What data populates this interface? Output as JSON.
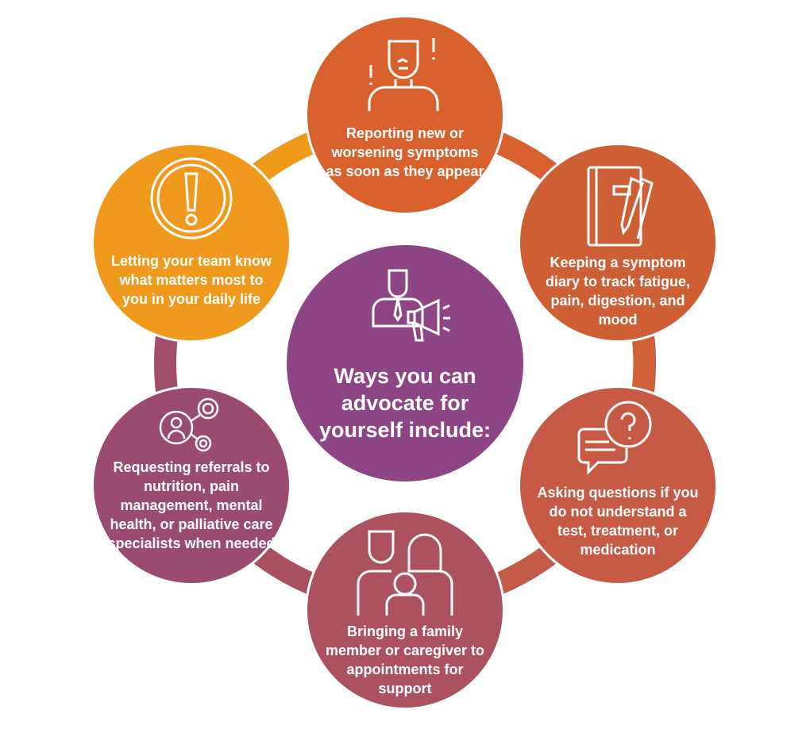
{
  "center": {
    "title": "Ways you can advocate for yourself include:",
    "icon": "person-megaphone-icon",
    "color": "#8E4585"
  },
  "items": [
    {
      "label": "Reporting new or worsening symptoms as soon as they appear",
      "icon": "worried-person-icon",
      "color": "#D9612E"
    },
    {
      "label": "Keeping a symptom diary to track fatigue, pain, digestion, and mood",
      "icon": "diary-pen-icon",
      "color": "#CE5F35"
    },
    {
      "label": "Asking questions if you do not understand a test, treatment, or medication",
      "icon": "question-chat-icon",
      "color": "#C65A45"
    },
    {
      "label": "Bringing a family member or caregiver to appointments for support",
      "icon": "family-icon",
      "color": "#AC5160"
    },
    {
      "label": "Requesting referrals to nutrition, pain management, mental health, or palliative care specialists when needed",
      "icon": "network-referral-icon",
      "color": "#9B4B70"
    },
    {
      "label": "Letting your team know what matters most to you in your daily life",
      "icon": "exclamation-icon",
      "color": "#EF9A1C"
    }
  ]
}
